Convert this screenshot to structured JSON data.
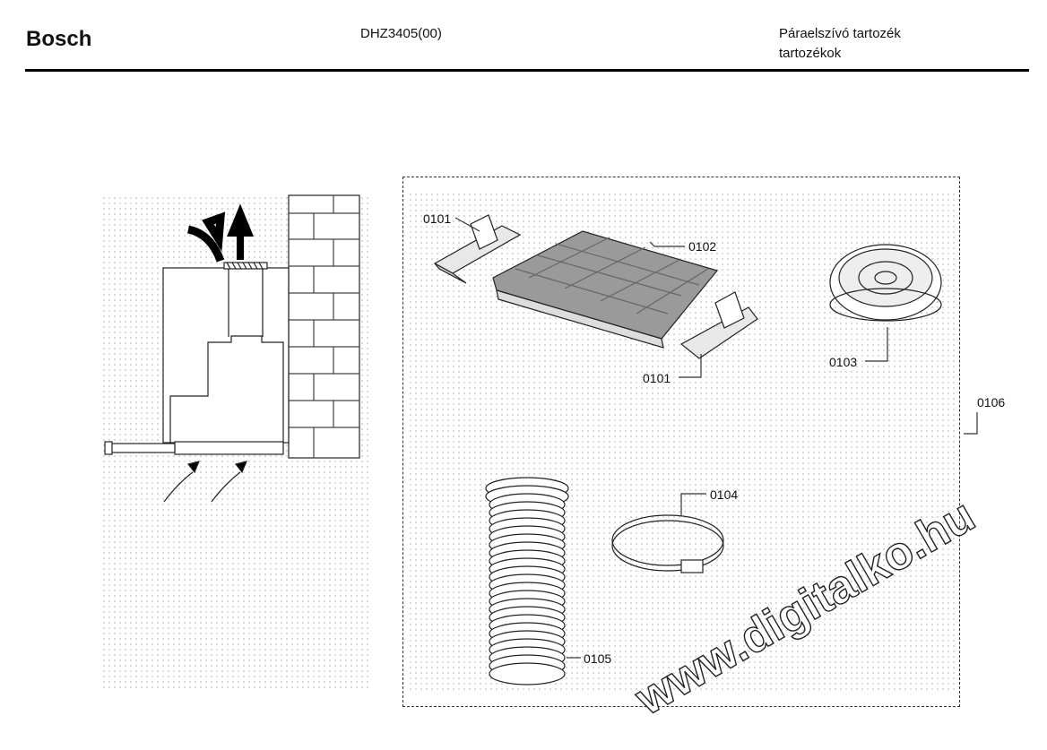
{
  "header": {
    "brand": "Bosch",
    "model": "DHZ3405(00)",
    "category_line1": "Páraelszívó tartozék",
    "category_line2": "tartozékok"
  },
  "parts": [
    {
      "id": "0101",
      "label": "0101"
    },
    {
      "id": "0102",
      "label": "0102"
    },
    {
      "id": "0103",
      "label": "0103"
    },
    {
      "id": "0101b",
      "label": "0101"
    },
    {
      "id": "0104",
      "label": "0104"
    },
    {
      "id": "0105",
      "label": "0105"
    },
    {
      "id": "0106",
      "label": "0106"
    }
  ],
  "watermark": "www.digitalko.hu"
}
